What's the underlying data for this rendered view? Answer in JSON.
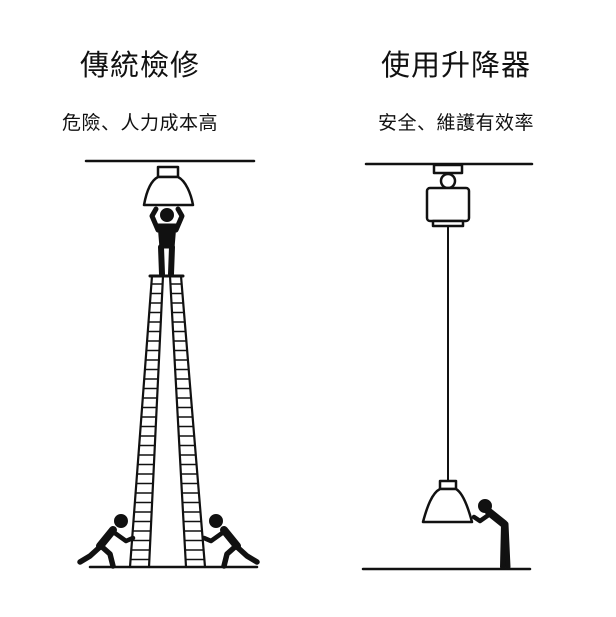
{
  "left": {
    "title": "傳統檢修",
    "subtitle": "危險、人力成本高"
  },
  "right": {
    "title": "使用升降器",
    "subtitle": "安全、維護有效率"
  },
  "colors": {
    "ink": "#111111",
    "background": "#ffffff"
  }
}
